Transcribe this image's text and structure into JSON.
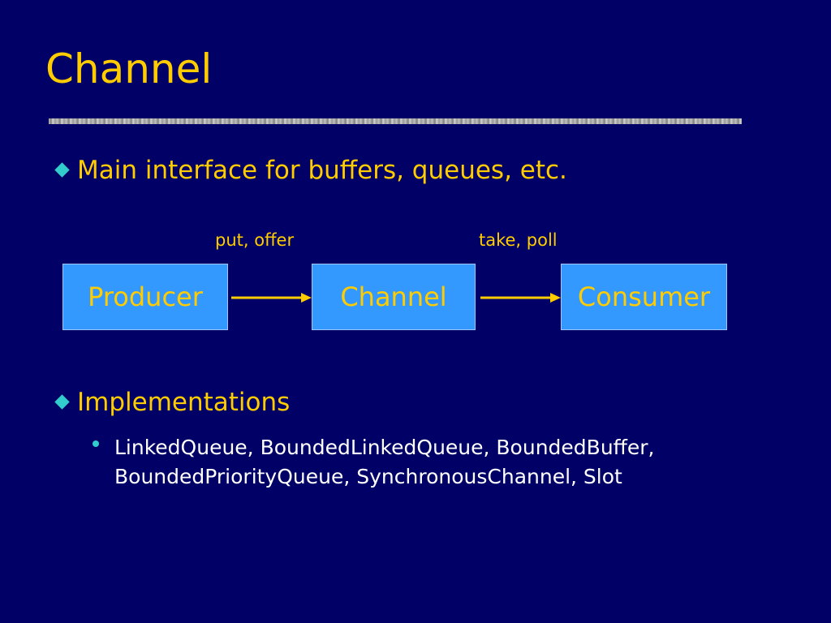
{
  "slide": {
    "title": "Channel",
    "bullets": [
      {
        "text": "Main interface for buffers, queues, etc."
      },
      {
        "text": "Implementations"
      }
    ],
    "sub_bullets": [
      {
        "text": "LinkedQueue, BoundedLinkedQueue, BoundedBuffer,\nBoundedPriorityQueue, SynchronousChannel, Slot"
      }
    ]
  },
  "diagram": {
    "nodes": [
      {
        "id": "producer",
        "label": "Producer"
      },
      {
        "id": "channel",
        "label": "Channel"
      },
      {
        "id": "consumer",
        "label": "Consumer"
      }
    ],
    "edges": [
      {
        "from": "producer",
        "to": "channel",
        "label": "put, offer"
      },
      {
        "from": "channel",
        "to": "consumer",
        "label": "take, poll"
      }
    ]
  },
  "colors": {
    "background": "#000066",
    "title": "#FFCC00",
    "bullet_marker": "#33CCCC",
    "box_fill": "#3399FF",
    "arrow": "#FFCC00",
    "sub_text": "#FFFFFF"
  }
}
